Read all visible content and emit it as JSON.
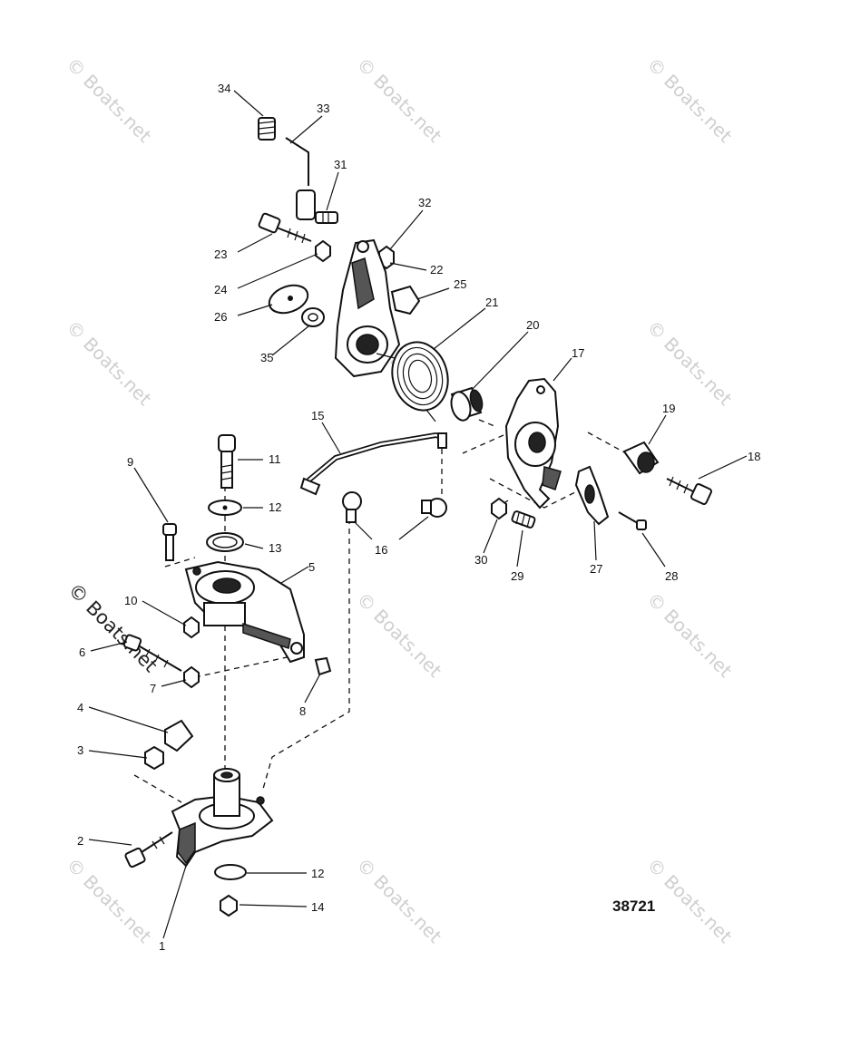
{
  "diagram": {
    "figure_number": "38721",
    "watermark_text": "© Boats.net",
    "callouts": {
      "c1": "1",
      "c2": "2",
      "c3": "3",
      "c4": "4",
      "c5": "5",
      "c6": "6",
      "c7": "7",
      "c8": "8",
      "c9": "9",
      "c10": "10",
      "c11": "11",
      "c12a": "12",
      "c12b": "12",
      "c13": "13",
      "c14": "14",
      "c15": "15",
      "c16": "16",
      "c17": "17",
      "c18": "18",
      "c19": "19",
      "c20": "20",
      "c21": "21",
      "c22": "22",
      "c23": "23",
      "c24": "24",
      "c25": "25",
      "c26": "26",
      "c27": "27",
      "c28": "28",
      "c29": "29",
      "c30": "30",
      "c31": "31",
      "c32": "32",
      "c33": "33",
      "c34": "34",
      "c35": "35"
    }
  }
}
